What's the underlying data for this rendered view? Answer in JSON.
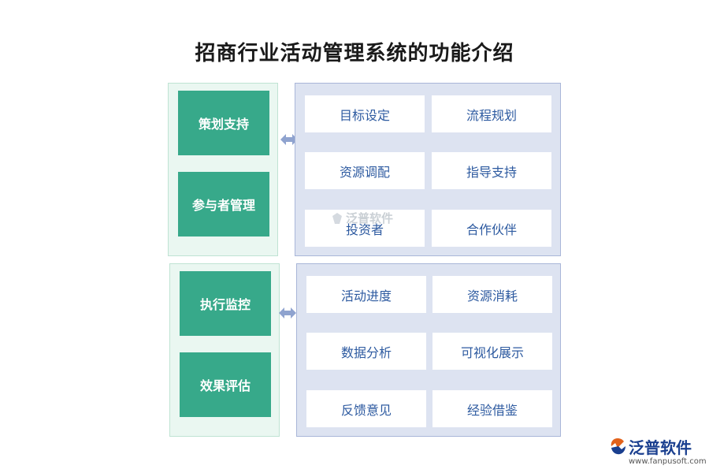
{
  "title": "招商行业活动管理系统的功能介绍",
  "groups": [
    {
      "left": [
        "策划支持",
        "参与者管理"
      ],
      "right": [
        "目标设定",
        "流程规划",
        "资源调配",
        "指导支持",
        "投资者",
        "合作伙伴"
      ]
    },
    {
      "left": [
        "执行监控",
        "效果评估"
      ],
      "right": [
        "活动进度",
        "资源消耗",
        "数据分析",
        "可视化展示",
        "反馈意见",
        "经验借鉴"
      ]
    }
  ],
  "watermark": "泛普软件",
  "brand": {
    "name": "泛普软件",
    "url": "www.fanpusoft.com"
  },
  "colors": {
    "green": "#37a98a",
    "blue_text": "#2d5aa0",
    "arrow": "#8fa3cf"
  }
}
